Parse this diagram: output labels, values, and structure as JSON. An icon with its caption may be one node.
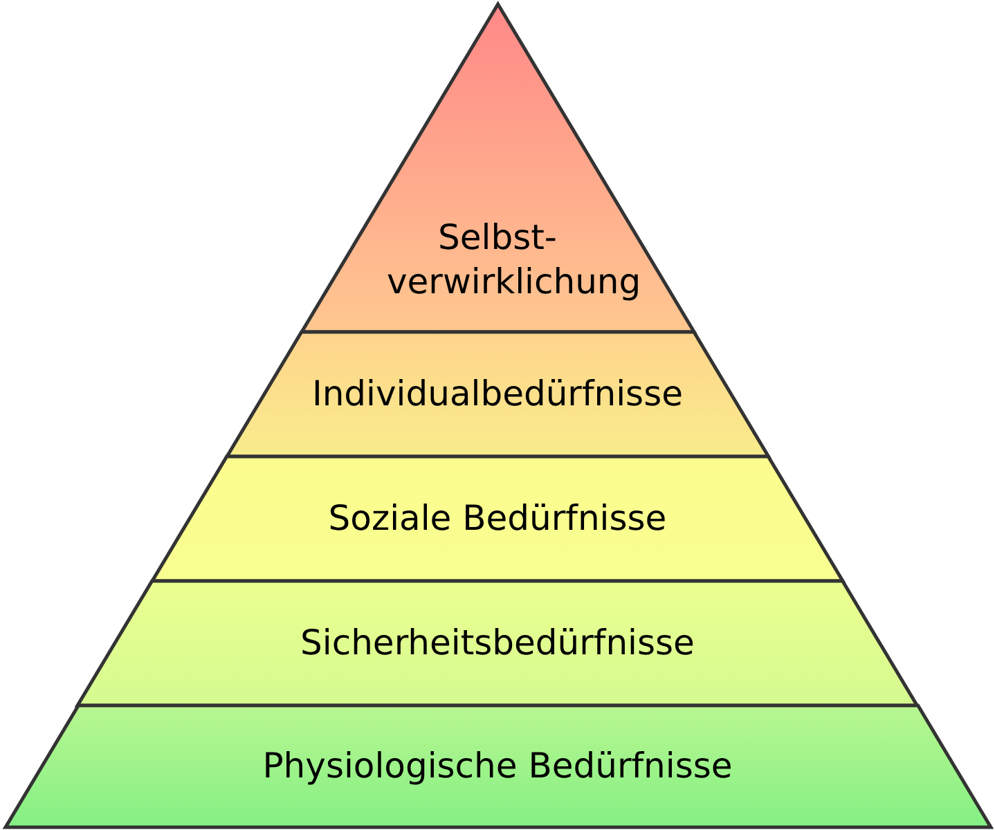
{
  "diagram": {
    "nodes": [
      {
        "text": [
          "Selbst- verwirklichung"
        ]
      },
      {
        "text": [
          "Individualbedürfnisse"
        ]
      },
      {
        "text": [
          "Soziale Bedürfnisse"
        ]
      },
      {
        "text": [
          "Sicherheitsbedürfnisse"
        ]
      },
      {
        "text": [
          "Physiologische Bedürfnisse"
        ]
      }
    ]
  }
}
